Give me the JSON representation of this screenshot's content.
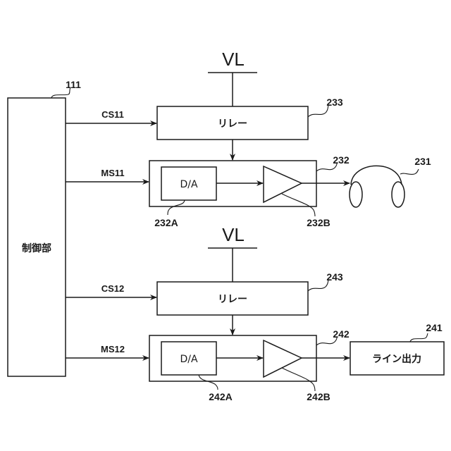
{
  "diagram": {
    "controller": {
      "label": "制御部",
      "ref": "111"
    },
    "channels": [
      {
        "power_label": "VL",
        "control_signal": "CS11",
        "main_signal": "MS11",
        "relay": {
          "label": "リレー",
          "ref": "233"
        },
        "module": {
          "ref": "232"
        },
        "dac": {
          "label": "D/A",
          "ref": "232A"
        },
        "amp": {
          "ref": "232B"
        },
        "output": {
          "kind": "headphones",
          "ref": "231"
        }
      },
      {
        "power_label": "VL",
        "control_signal": "CS12",
        "main_signal": "MS12",
        "relay": {
          "label": "リレー",
          "ref": "243"
        },
        "module": {
          "ref": "242"
        },
        "dac": {
          "label": "D/A",
          "ref": "242A"
        },
        "amp": {
          "ref": "242B"
        },
        "output": {
          "kind": "line-out",
          "label": "ライン出力",
          "ref": "241"
        }
      }
    ]
  }
}
